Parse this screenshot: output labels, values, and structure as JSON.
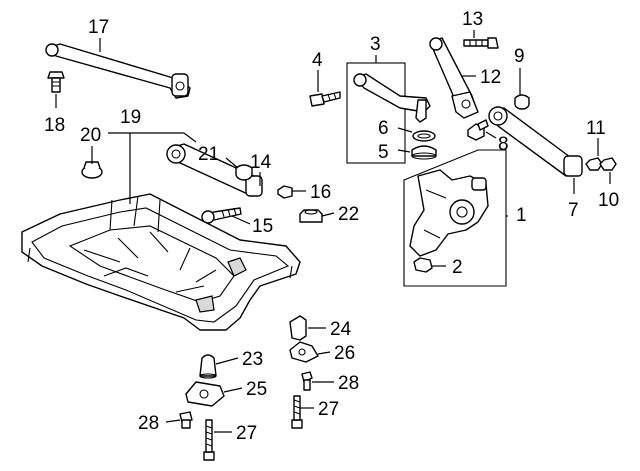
{
  "callouts": [
    {
      "id": "l1",
      "text": "1"
    },
    {
      "id": "l2",
      "text": "2"
    },
    {
      "id": "l3",
      "text": "3"
    },
    {
      "id": "l4",
      "text": "4"
    },
    {
      "id": "l5",
      "text": "5"
    },
    {
      "id": "l6",
      "text": "6"
    },
    {
      "id": "l7",
      "text": "7"
    },
    {
      "id": "l8",
      "text": "8"
    },
    {
      "id": "l9",
      "text": "9"
    },
    {
      "id": "l10",
      "text": "10"
    },
    {
      "id": "l11",
      "text": "11"
    },
    {
      "id": "l12",
      "text": "12"
    },
    {
      "id": "l13",
      "text": "13"
    },
    {
      "id": "l14",
      "text": "14"
    },
    {
      "id": "l15",
      "text": "15"
    },
    {
      "id": "l16",
      "text": "16"
    },
    {
      "id": "l17",
      "text": "17"
    },
    {
      "id": "l18",
      "text": "18"
    },
    {
      "id": "l19",
      "text": "19"
    },
    {
      "id": "l20",
      "text": "20"
    },
    {
      "id": "l21",
      "text": "21"
    },
    {
      "id": "l22",
      "text": "22"
    },
    {
      "id": "l23",
      "text": "23"
    },
    {
      "id": "l24",
      "text": "24"
    },
    {
      "id": "l25",
      "text": "25"
    },
    {
      "id": "l26",
      "text": "26"
    },
    {
      "id": "l27a",
      "text": "27"
    },
    {
      "id": "l27b",
      "text": "27"
    },
    {
      "id": "l28a",
      "text": "28"
    },
    {
      "id": "l28b",
      "text": "28"
    }
  ]
}
